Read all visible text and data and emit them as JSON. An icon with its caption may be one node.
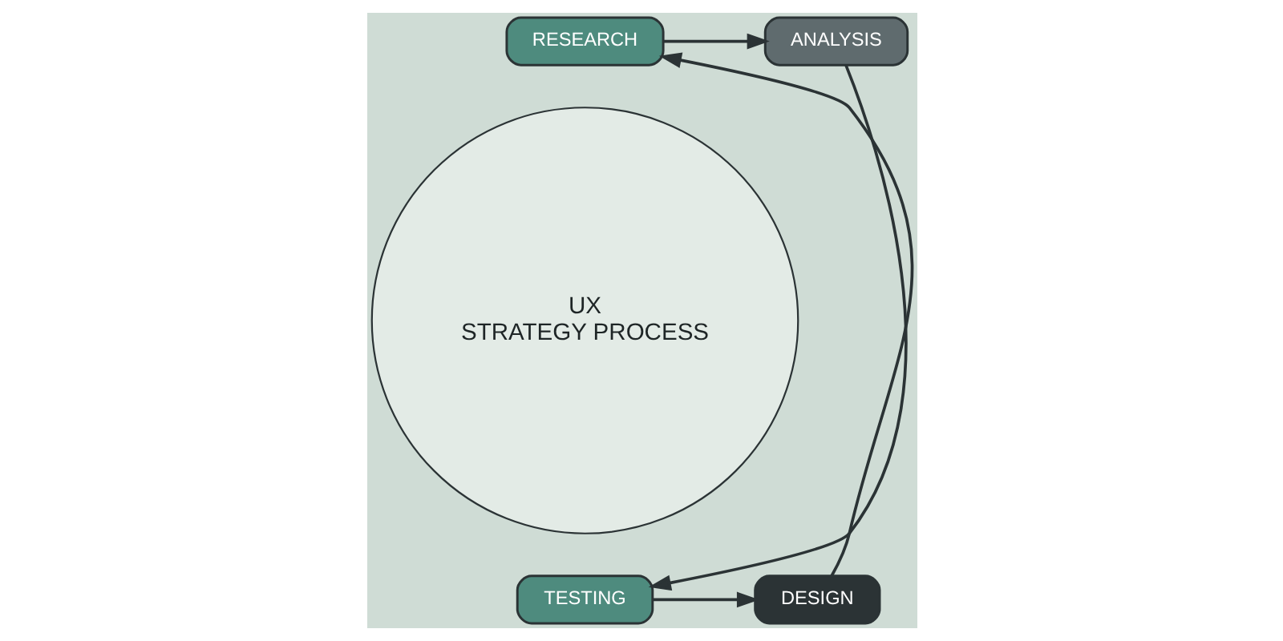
{
  "diagram": {
    "nodes": [
      {
        "text": [
          "RESEARCH"
        ]
      },
      {
        "text": [
          "ANALYSIS"
        ]
      },
      {
        "text": [
          "TESTING"
        ]
      },
      {
        "text": [
          "DESIGN"
        ]
      },
      {
        "text": [
          "UX STRATEGY PROCESS"
        ]
      }
    ],
    "edges": [
      {
        "from": 0,
        "to": 1,
        "arrow": "to"
      },
      {
        "from": 1,
        "to": 2,
        "arrow": "to"
      },
      {
        "from": 2,
        "to": 3,
        "arrow": "to"
      },
      {
        "from": 3,
        "to": 0,
        "arrow": "to"
      }
    ]
  }
}
